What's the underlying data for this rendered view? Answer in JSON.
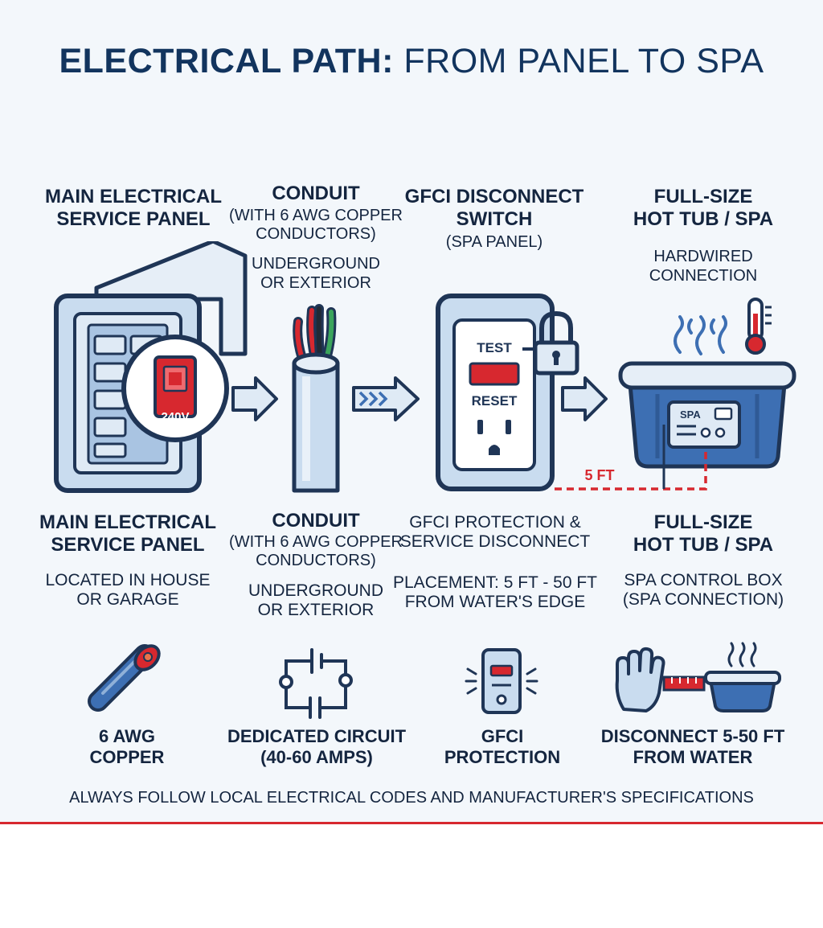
{
  "title": {
    "bold": "ELECTRICAL PATH:",
    "rest": " FROM PANEL TO SPA"
  },
  "top_labels": {
    "panel": {
      "heading": [
        "MAIN ELECTRICAL",
        "SERVICE PANEL"
      ]
    },
    "conduit": {
      "heading": "CONDUIT",
      "subheading": [
        "(WITH 6 AWG COPPER",
        "CONDUCTORS)"
      ],
      "note": [
        "UNDERGROUND",
        "OR EXTERIOR"
      ]
    },
    "gfci": {
      "heading": [
        "GFCI DISCONNECT",
        "SWITCH"
      ],
      "subheading": "(SPA PANEL)"
    },
    "spa": {
      "heading": [
        "FULL-SIZE",
        "HOT TUB / SPA"
      ],
      "note": [
        "HARDWIRED",
        "CONNECTION"
      ]
    }
  },
  "diagram": {
    "breaker_label": "240V",
    "gfci_test": "TEST",
    "gfci_reset": "RESET",
    "spa_box_label": "SPA",
    "distance_label": "5 FT",
    "colors": {
      "navy": "#1f3556",
      "panel_blue": "#c9dcef",
      "red": "#d7282f",
      "spa_blue": "#3d6fb3"
    }
  },
  "bottom_labels": {
    "panel": {
      "heading": [
        "MAIN ELECTRICAL",
        "SERVICE PANEL"
      ],
      "note": [
        "LOCATED IN HOUSE",
        "OR GARAGE"
      ]
    },
    "conduit": {
      "heading": "CONDUIT",
      "subheading": [
        "(WITH 6 AWG COPPER",
        "CONDUCTORS)"
      ],
      "note": [
        "UNDERGROUND",
        "OR EXTERIOR"
      ]
    },
    "gfci": {
      "heading": [
        "GFCI PROTECTION &",
        "SERVICE DISCONNECT"
      ],
      "note": [
        "PLACEMENT: 5 FT - 50 FT",
        "FROM WATER'S EDGE"
      ]
    },
    "spa": {
      "heading": [
        "FULL-SIZE",
        "HOT TUB / SPA"
      ],
      "note": [
        "SPA CONTROL BOX",
        "(SPA CONNECTION)"
      ]
    }
  },
  "summary_icons": [
    {
      "icon": "copper-wire-icon",
      "label": [
        "6 AWG",
        "COPPER"
      ]
    },
    {
      "icon": "circuit-icon",
      "label": [
        "DEDICATED CIRCUIT",
        "(40-60 AMPS)"
      ]
    },
    {
      "icon": "gfci-outlet-icon",
      "label": [
        "GFCI",
        "PROTECTION"
      ]
    },
    {
      "icon": "hand-distance-tub-icon",
      "label": [
        "DISCONNECT 5-50 FT",
        "FROM WATER"
      ]
    }
  ],
  "footer": "ALWAYS FOLLOW LOCAL ELECTRICAL CODES AND MANUFACTURER'S SPECIFICATIONS"
}
